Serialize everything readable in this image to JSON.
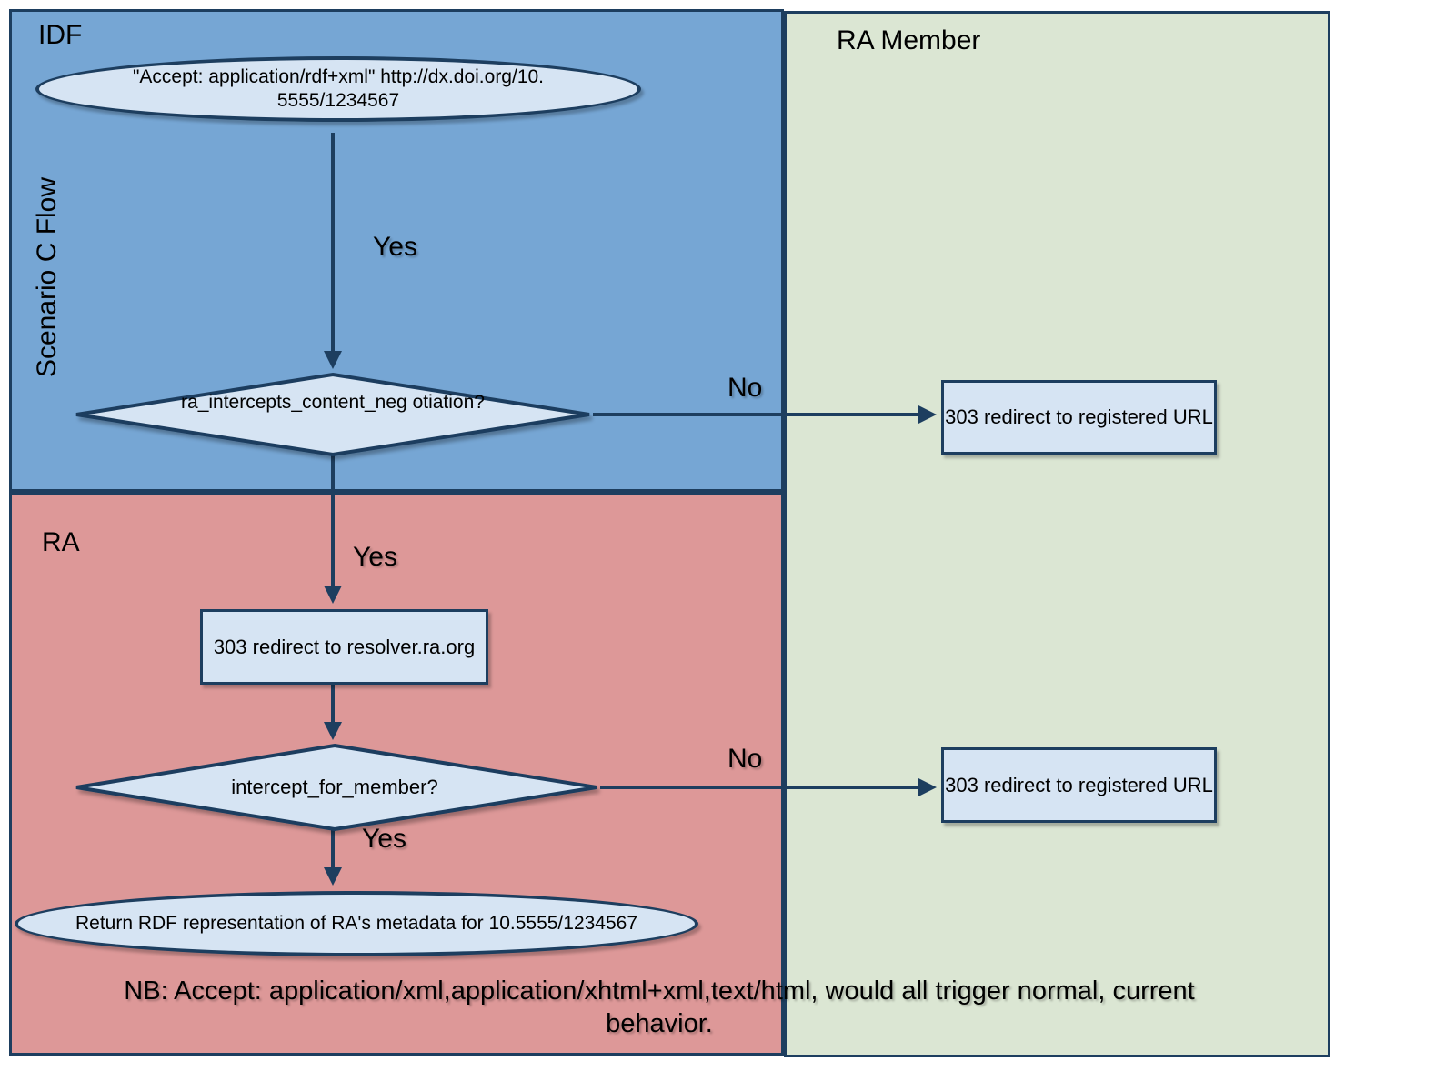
{
  "regions": {
    "idf": {
      "label": "IDF"
    },
    "ra_member": {
      "label": "RA Member"
    },
    "ra": {
      "label": "RA"
    }
  },
  "flow_title": "Scenario C Flow",
  "nodes": {
    "start": {
      "type": "terminator",
      "lines": [
        "\"Accept: application/rdf+xml\" http://dx.doi.org/10.",
        "5555/1234567"
      ]
    },
    "decision1": {
      "type": "decision",
      "lines": [
        "ra_intercepts_content_neg",
        "otiation?"
      ]
    },
    "redirect_registered_1": {
      "type": "process",
      "label": "303 redirect to registered URL"
    },
    "redirect_resolver": {
      "type": "process",
      "label": "303 redirect to resolver.ra.org"
    },
    "decision2": {
      "type": "decision",
      "label": "intercept_for_member?"
    },
    "redirect_registered_2": {
      "type": "process",
      "label": "303 redirect to registered URL"
    },
    "return_rdf": {
      "type": "terminator",
      "label": "Return RDF representation of RA's metadata for 10.5555/1234567"
    }
  },
  "edge_labels": {
    "yes1": "Yes",
    "no1": "No",
    "yes2": "Yes",
    "no2": "No",
    "yes3": "Yes"
  },
  "note": {
    "lines": [
      "NB: Accept: application/xml,application/xhtml+xml,text/html, would all trigger normal, current",
      "behavior."
    ]
  },
  "colors": {
    "idf-fill": "#76a6d4",
    "ra-fill": "#dd9898",
    "member-fill": "#dbe6d3",
    "node-fill": "#d6e4f3",
    "line-color": "#1d3e5f",
    "text-color": "#000000",
    "canvas-bg": "#ffffff"
  }
}
